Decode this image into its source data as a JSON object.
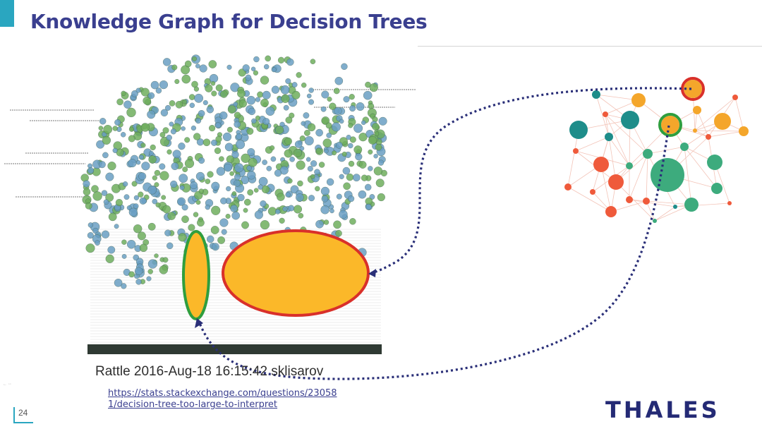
{
  "slide": {
    "title": "Knowledge Graph for Decision Trees",
    "caption": "Rattle 2016-Aug-18 16:15:42 sklisarov",
    "source_link_line1": "https://stats.stackexchange.com/questions/23058",
    "source_link_line2": "1/decision-tree-too-large-to-interpret",
    "page_number": "24",
    "logo_text": "THALES",
    "corner_mark": "← ◦◦"
  },
  "colors": {
    "title": "#3a3f8f",
    "accent": "#2aa6c0",
    "highlight_fill": "#fbb829",
    "red_outline": "#d9302a",
    "green_outline": "#2f9e3e",
    "arrow": "#2a2f78",
    "node_orange": "#f4a62b",
    "node_red": "#ef5a3b",
    "node_green": "#3dab7d",
    "node_teal": "#1e8d8a"
  }
}
